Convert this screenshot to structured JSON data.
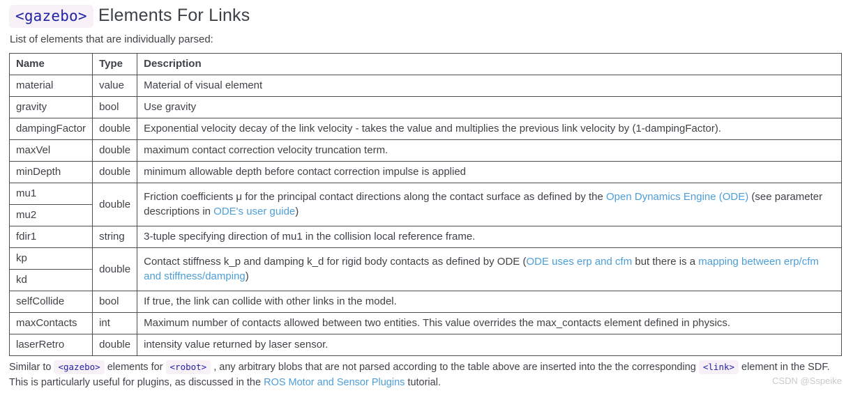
{
  "colors": {
    "text": "#3f4247",
    "border": "#4e4e4e",
    "link": "#4d9ed7",
    "code-text": "#2222a8",
    "code-bg": "#f7f0f7",
    "watermark": "#c7cacd"
  },
  "header": {
    "title_code": "<gazebo>",
    "title_text": " Elements For Links"
  },
  "intro": "List of elements that are individually parsed:",
  "table": {
    "headers": [
      "Name",
      "Type",
      "Description"
    ],
    "rows": [
      {
        "names": [
          "material"
        ],
        "type": "value",
        "desc": [
          {
            "t": "Material of visual element"
          }
        ]
      },
      {
        "names": [
          "gravity"
        ],
        "type": "bool",
        "desc": [
          {
            "t": "Use gravity"
          }
        ]
      },
      {
        "names": [
          "dampingFactor"
        ],
        "type": "double",
        "desc": [
          {
            "t": "Exponential velocity decay of the link velocity - takes the value and multiplies the previous link velocity by (1-dampingFactor)."
          }
        ]
      },
      {
        "names": [
          "maxVel"
        ],
        "type": "double",
        "desc": [
          {
            "t": "maximum contact correction velocity truncation term."
          }
        ]
      },
      {
        "names": [
          "minDepth"
        ],
        "type": "double",
        "desc": [
          {
            "t": "minimum allowable depth before contact correction impulse is applied"
          }
        ]
      },
      {
        "names": [
          "mu1",
          "mu2"
        ],
        "type": "double",
        "desc": [
          {
            "t": "Friction coefficients μ for the principal contact directions along the contact surface as defined by the "
          },
          {
            "t": "Open Dynamics Engine (ODE)",
            "link": true
          },
          {
            "t": " (see parameter descriptions in "
          },
          {
            "t": "ODE's user guide",
            "link": true
          },
          {
            "t": ")"
          }
        ]
      },
      {
        "names": [
          "fdir1"
        ],
        "type": "string",
        "desc": [
          {
            "t": "3-tuple specifying direction of mu1 in the collision local reference frame."
          }
        ]
      },
      {
        "names": [
          "kp",
          "kd"
        ],
        "type": "double",
        "desc": [
          {
            "t": "Contact stiffness k_p and damping k_d for rigid body contacts as defined by ODE ("
          },
          {
            "t": "ODE uses erp and cfm",
            "link": true
          },
          {
            "t": " but there is a "
          },
          {
            "t": "mapping between erp/cfm and stiffness/damping",
            "link": true
          },
          {
            "t": ")"
          }
        ]
      },
      {
        "names": [
          "selfCollide"
        ],
        "type": "bool",
        "desc": [
          {
            "t": "If true, the link can collide with other links in the model."
          }
        ]
      },
      {
        "names": [
          "maxContacts"
        ],
        "type": "int",
        "desc": [
          {
            "t": "Maximum number of contacts allowed between two entities. This value overrides the max_contacts element defined in physics."
          }
        ]
      },
      {
        "names": [
          "laserRetro"
        ],
        "type": "double",
        "desc": [
          {
            "t": "intensity value returned by laser sensor."
          }
        ]
      }
    ]
  },
  "footer": {
    "line1": [
      {
        "t": "Similar to "
      },
      {
        "t": "<gazebo>",
        "code": true
      },
      {
        "t": " elements for "
      },
      {
        "t": "<robot>",
        "code": true
      },
      {
        "t": " , any arbitrary blobs that are not parsed according to the table above are inserted into the the corresponding "
      },
      {
        "t": "<link>",
        "code": true
      },
      {
        "t": " element in the SDF."
      }
    ],
    "line2": [
      {
        "t": "This is particularly useful for plugins, as discussed in the "
      },
      {
        "t": "ROS Motor and Sensor Plugins",
        "link": true
      },
      {
        "t": " tutorial."
      }
    ]
  },
  "watermark": "CSDN @Sspeike"
}
